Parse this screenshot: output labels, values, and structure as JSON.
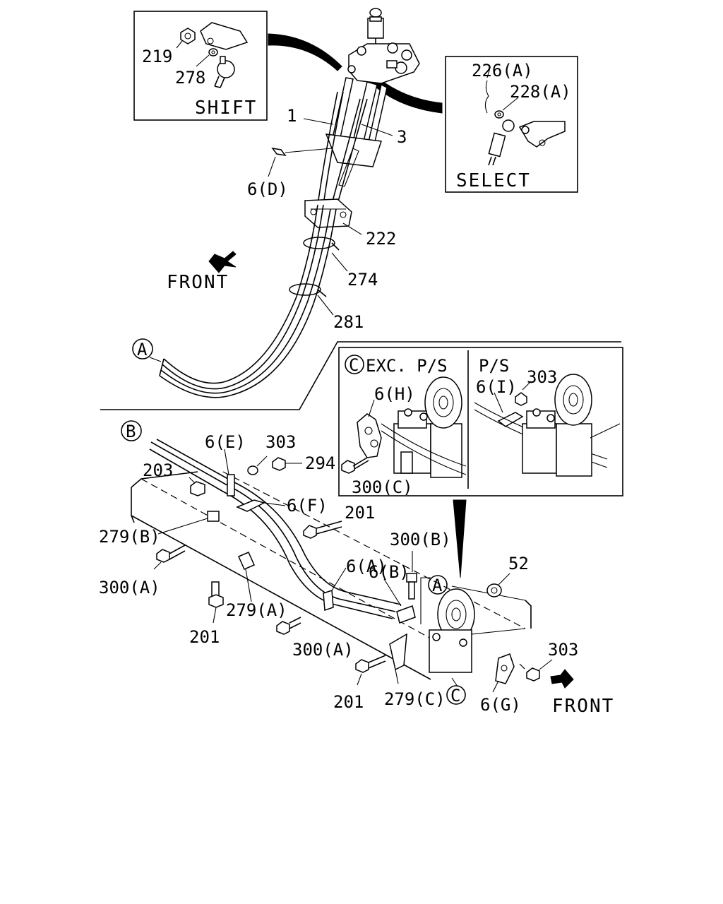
{
  "inset_shift": {
    "caption": "SHIFT",
    "callouts": [
      "219",
      "278"
    ]
  },
  "inset_select": {
    "caption": "SELECT",
    "callouts": [
      "226(A)",
      "228(A)"
    ]
  },
  "inset_c": {
    "marker": "C",
    "left_title": "EXC. P/S",
    "right_title": "P/S",
    "left_callouts": [
      "6(H)",
      "300(C)"
    ],
    "right_callouts": [
      "6(I)",
      "303"
    ]
  },
  "upper_callouts": {
    "c1": "1",
    "c3": "3",
    "c6d": "6(D)",
    "c222": "222",
    "c274": "274",
    "c281": "281"
  },
  "front_labels": {
    "upper": "FRONT",
    "lower": "FRONT"
  },
  "markers": {
    "a_upper": "A",
    "b_lower": "B",
    "a_lower": "A",
    "c_lower": "C"
  },
  "lower_callouts": {
    "c6e": "6(E)",
    "c303a": "303",
    "c294": "294",
    "c203": "203",
    "c6f": "6(F)",
    "c201a": "201",
    "c279b": "279(B)",
    "c300b": "300(B)",
    "c6a": "6(A)",
    "c52": "52",
    "c300a1": "300(A)",
    "c6b": "6(B)",
    "c279a": "279(A)",
    "c201b": "201",
    "c300a2": "300(A)",
    "c303b": "303",
    "c201c": "201",
    "c279c": "279(C)",
    "c6g": "6(G)"
  }
}
